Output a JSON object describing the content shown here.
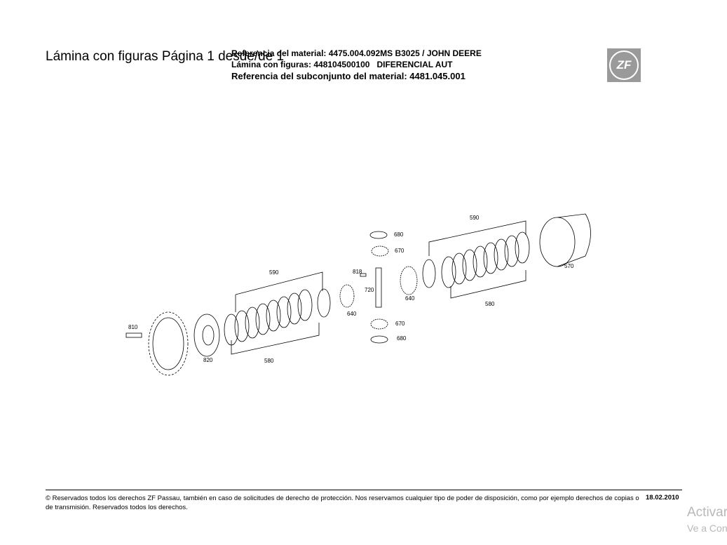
{
  "header": {
    "title": "Lámina con figuras Página 1 desde/de 1",
    "material_ref": "Referencia del material: 4475.004.092MS B3025 / JOHN DEERE",
    "figure_ref": "Lámina con figuras: 448104500100   DIFERENCIAL AUT",
    "subassembly_ref": "Referencia del subconjunto del material: 4481.045.001",
    "logo": "ZF"
  },
  "diagram": {
    "labels": [
      {
        "text": "590",
        "id": "a"
      },
      {
        "text": "590",
        "id": "b"
      },
      {
        "text": "680",
        "id": "c"
      },
      {
        "text": "670",
        "id": "d"
      },
      {
        "text": "818",
        "id": "e"
      },
      {
        "text": "720",
        "id": "f"
      },
      {
        "text": "640",
        "id": "g"
      },
      {
        "text": "640",
        "id": "h"
      },
      {
        "text": "570",
        "id": "i"
      },
      {
        "text": "580",
        "id": "j"
      },
      {
        "text": "580",
        "id": "k"
      },
      {
        "text": "810",
        "id": "l"
      },
      {
        "text": "820",
        "id": "m"
      },
      {
        "text": "670",
        "id": "n"
      },
      {
        "text": "680",
        "id": "o"
      }
    ]
  },
  "footer": {
    "text": "© Reservados todos los derechos ZF Passau, también en caso de solicitudes de derecho de protección. Nos reservamos cualquier tipo de poder de disposición, como por ejemplo derechos de copias o de transmisión. Reservados todos los derechos.",
    "date": "18.02.2010"
  },
  "watermark": {
    "line1": "Activar",
    "line2": "Ve a Con"
  }
}
